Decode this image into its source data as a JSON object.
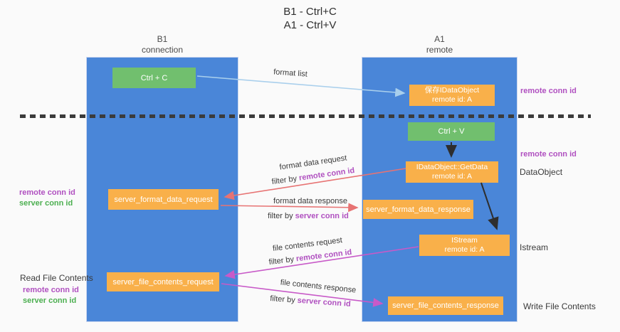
{
  "title": {
    "line1": "B1 - Ctrl+C",
    "line2": "A1 - Ctrl+V"
  },
  "columns": {
    "left": {
      "header_line1": "B1",
      "header_line2": "connection"
    },
    "right": {
      "header_line1": "A1",
      "header_line2": "remote"
    }
  },
  "boxes": {
    "ctrl_c": "Ctrl + C",
    "ctrl_v": "Ctrl + V",
    "save_dataobject": {
      "line1": "保存IDataObject",
      "line2": "remote id: A"
    },
    "getdata": {
      "line1": "IDataObject::GetData",
      "line2": "remote id: A"
    },
    "istream": {
      "line1": "IStream",
      "line2": "remote id: A"
    },
    "format_request": "server_format_data_request",
    "format_response": "server_format_data_response",
    "file_request": "server_file_contents_request",
    "file_response": "server_file_contents_response"
  },
  "side_labels": {
    "remote_conn_top": "remote conn id",
    "remote_conn_mid": "remote conn id",
    "dataobject": "DataObject",
    "istream": "Istream",
    "write_file": "Write File Contents",
    "read_file": "Read File Contents",
    "left_remote_1": "remote conn id",
    "left_server_1": "server conn id",
    "left_remote_2": "remote conn id",
    "left_server_2": "server conn id"
  },
  "arrow_labels": {
    "format_list": "format list",
    "format_data_request": "format data request",
    "filter_by_1": "filter by ",
    "filter_id_1": "remote conn id",
    "format_data_response": "format data response",
    "filter_by_2": "filter by ",
    "filter_id_2": "server conn id",
    "file_contents_request": "file contents request",
    "filter_by_3": "filter by ",
    "filter_id_3": "remote conn id",
    "file_contents_response": "file contents response",
    "filter_by_4": "filter by ",
    "filter_id_4": "server conn id"
  },
  "colors": {
    "column_blue": "#4a86d8",
    "box_green": "#71bf6e",
    "box_orange": "#f9b04a",
    "arrow_blue": "#a9cfec",
    "arrow_red": "#e77373",
    "arrow_magenta": "#c85ac8",
    "arrow_black": "#2e2e2e",
    "id_purple": "#b050c0",
    "id_green": "#4caf50"
  }
}
